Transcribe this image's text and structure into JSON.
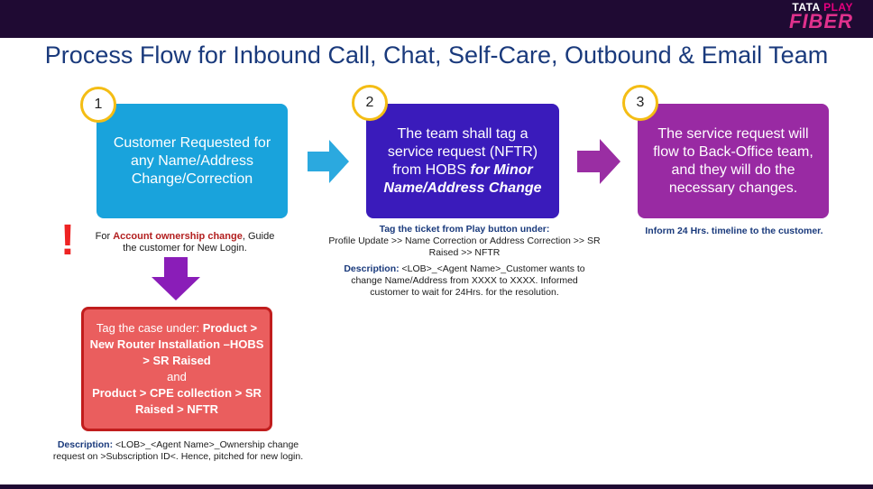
{
  "brand": {
    "logo_top_1": "TATA ",
    "logo_top_2": "PLAY",
    "logo_bottom": "FIBER"
  },
  "title": "Process Flow for Inbound Call, Chat, Self-Care, Outbound & Email Team",
  "steps": [
    {
      "number": "1",
      "text": "Customer Requested for any Name/Address Change/Correction"
    },
    {
      "number": "2",
      "text_plain": "The team shall tag a service request (NFTR) from HOBS ",
      "text_italic": "for Minor Name/Address Change"
    },
    {
      "number": "3",
      "text": "The service request will flow to Back-Office team, and they will do the necessary changes."
    }
  ],
  "note1": {
    "prefix": "For ",
    "highlight": "Account ownership change",
    "suffix": ", Guide the customer for New Login."
  },
  "redbox": {
    "line1_plain": "Tag the case under: ",
    "line1_bold": "Product > New Router Installation –HOBS > SR Raised",
    "and": "and",
    "line2_bold": "Product > CPE collection  > SR Raised > NFTR"
  },
  "description1": {
    "label": "Description:",
    "text": " <LOB>_<Agent Name>_Ownership change request on >Subscription ID<. Hence, pitched for new login."
  },
  "note2": {
    "heading": "Tag the ticket from Play button under:",
    "path": "Profile Update >> Name Correction or Address Correction >> SR Raised >> NFTR"
  },
  "description2": {
    "label": "Description:",
    "text": " <LOB>_<Agent Name>_Customer wants to change Name/Address from XXXX to XXXX. Informed customer to wait for 24Hrs. for the resolution."
  },
  "note3": "Inform 24 Hrs. timeline to the customer.",
  "colors": {
    "step1": "#19a3dc",
    "step2": "#3a1bbb",
    "step3": "#992aa3",
    "redbox": "#ea5e5e",
    "circle_border": "#f4bd14",
    "title": "#1a3a7c"
  }
}
